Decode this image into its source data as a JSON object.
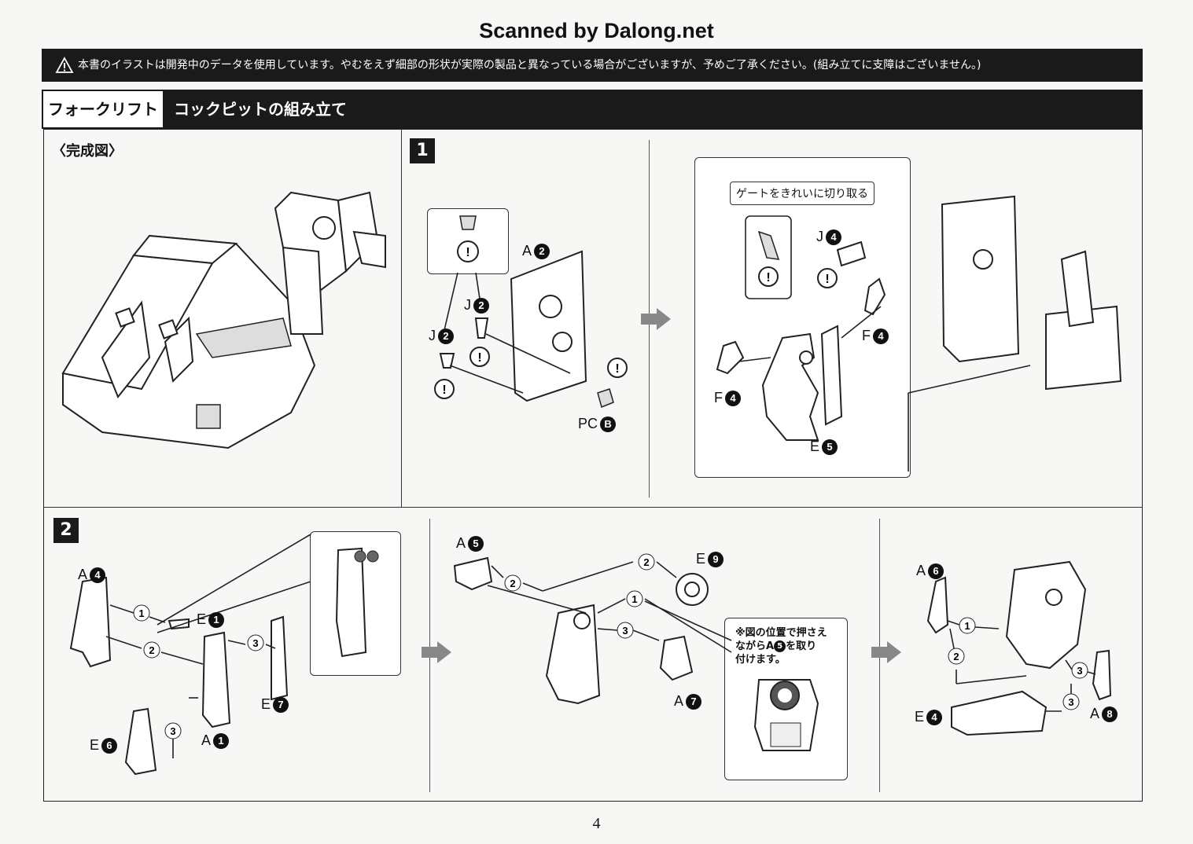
{
  "scan_header": "Scanned by Dalong.net",
  "warning_text": "本書のイラストは開発中のデータを使用しています。やむをえず細部の形状が実際の製品と異なっている場合がございますが、予めご了承ください。(組み立てに支障はございません。)",
  "section_title": "フォークリフト",
  "subsection_title": "コックピットの組み立て",
  "completed_label": "〈完成図〉",
  "steps": [
    "1",
    "2"
  ],
  "step1": {
    "parts": [
      {
        "letter": "A",
        "num": "2"
      },
      {
        "letter": "J",
        "num": "2"
      },
      {
        "letter": "J",
        "num": "2"
      },
      {
        "letter": "PC",
        "num": "B"
      }
    ],
    "gate_callout": "ゲートをきれいに切り取る",
    "parts_right": [
      {
        "letter": "J",
        "num": "4"
      },
      {
        "letter": "F",
        "num": "4"
      },
      {
        "letter": "F",
        "num": "4"
      },
      {
        "letter": "E",
        "num": "5"
      }
    ]
  },
  "step2": {
    "left_parts": [
      {
        "letter": "A",
        "num": "4"
      },
      {
        "letter": "E",
        "num": "1"
      },
      {
        "letter": "E",
        "num": "7"
      },
      {
        "letter": "E",
        "num": "6"
      },
      {
        "letter": "A",
        "num": "1"
      }
    ],
    "mid_parts": [
      {
        "letter": "A",
        "num": "5"
      },
      {
        "letter": "E",
        "num": "9"
      },
      {
        "letter": "A",
        "num": "7"
      }
    ],
    "note_line1": "※図の位置で押さえ",
    "note_line2_pre": "ながらA",
    "note_line2_num": "5",
    "note_line2_post": "を取り",
    "note_line3": "付けます。",
    "right_parts": [
      {
        "letter": "A",
        "num": "6"
      },
      {
        "letter": "E",
        "num": "4"
      },
      {
        "letter": "A",
        "num": "8"
      }
    ],
    "order_marks": [
      "1",
      "2",
      "3"
    ]
  },
  "page_number": "4"
}
